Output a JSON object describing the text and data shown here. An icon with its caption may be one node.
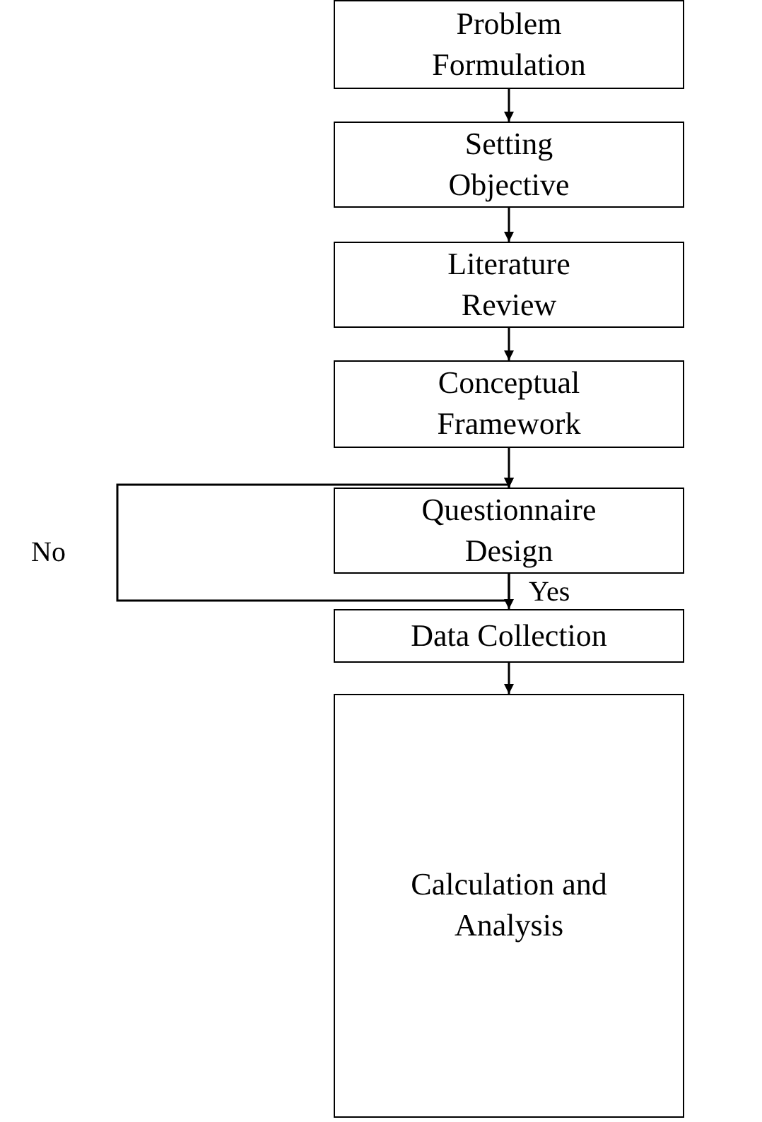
{
  "diagram": {
    "nodes": [
      {
        "text": [
          "Problem Formulation"
        ]
      },
      {
        "text": [
          "Setting Objective"
        ]
      },
      {
        "text": [
          "Literature Review"
        ]
      },
      {
        "text": [
          "Conceptual Framework"
        ]
      },
      {
        "text": [
          "Questionnaire Design"
        ]
      },
      {
        "text": [
          "Data Collection"
        ]
      },
      {
        "text": [
          "Calculation and Analysis"
        ]
      }
    ],
    "edges": [
      {
        "from": 0,
        "to": 1,
        "arrow": "to"
      },
      {
        "from": 1,
        "to": 2,
        "arrow": "to"
      },
      {
        "from": 2,
        "to": 3,
        "arrow": "to"
      },
      {
        "from": 3,
        "to": 4,
        "arrow": "to"
      },
      {
        "from": 4,
        "to": 4,
        "label": "No",
        "arrow": "to"
      },
      {
        "from": 4,
        "to": 5,
        "label": "Yes",
        "arrow": "to"
      },
      {
        "from": 5,
        "to": 6,
        "arrow": "to"
      }
    ]
  }
}
